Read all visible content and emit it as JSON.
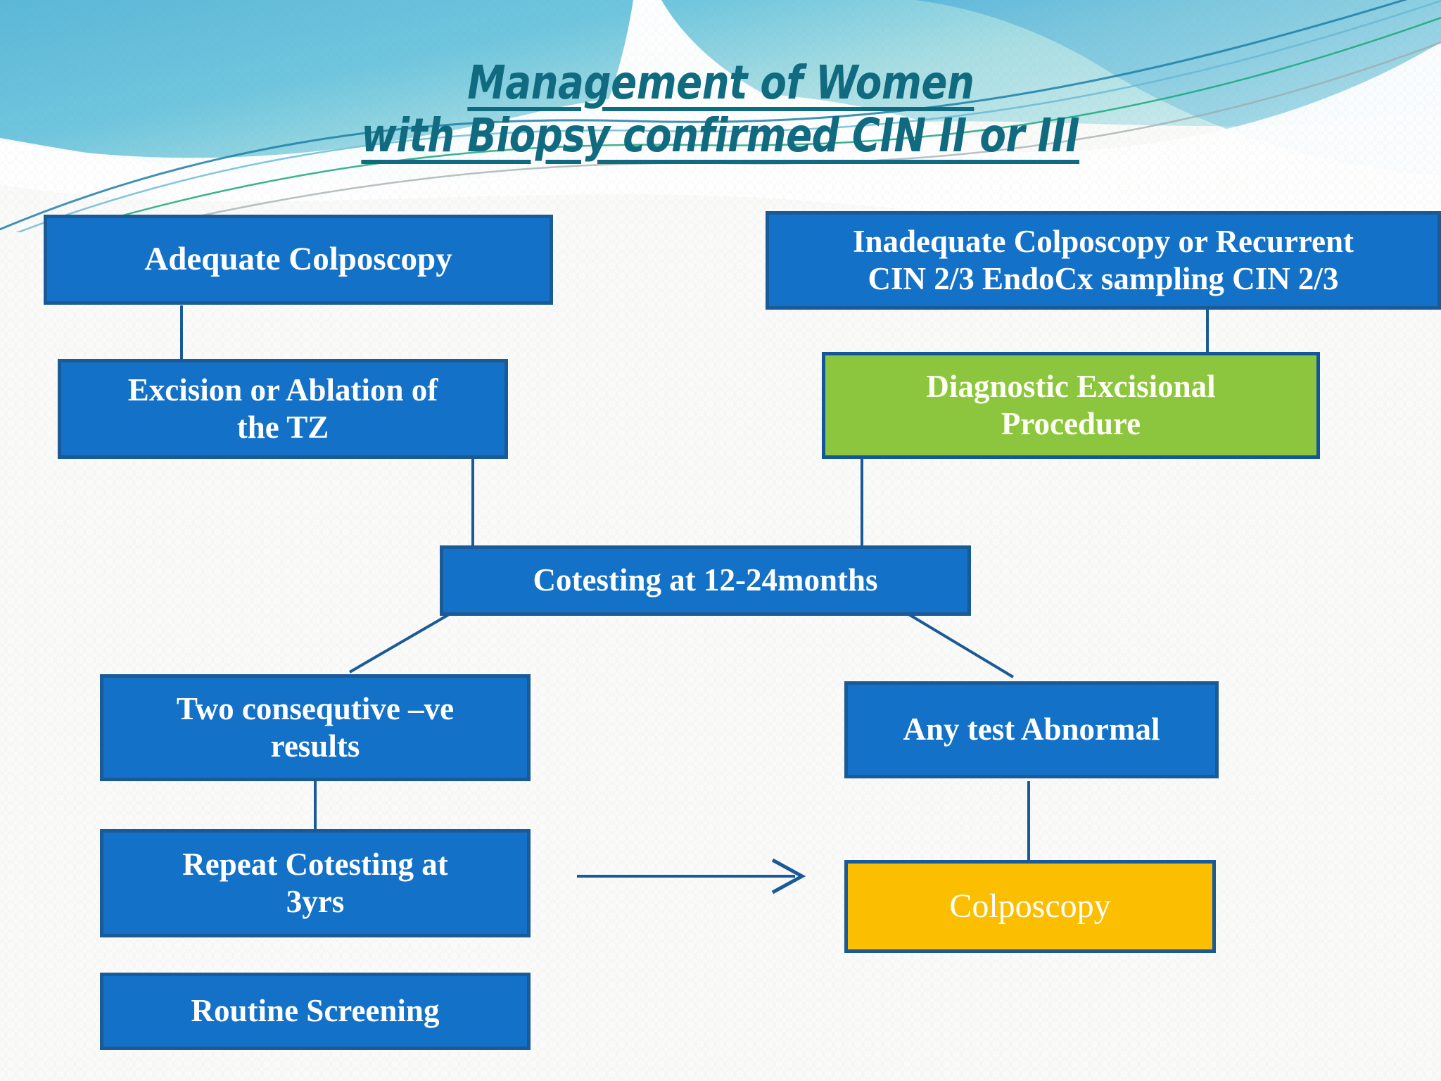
{
  "slide": {
    "title_line1": "Management of Women",
    "title_line2": "with Biopsy confirmed CIN II or III",
    "title_color": "#116B80",
    "background_color": "#FAFAF8",
    "accent_blue": "#1471C8",
    "accent_blue_border": "#1A5A96",
    "accent_green": "#8CC63E",
    "accent_yellow": "#FCBE00",
    "connector_color": "#1A5A96"
  },
  "flowchart": {
    "type": "flowchart",
    "nodes": [
      {
        "id": "adequate-colposcopy",
        "label": "Adequate Colposcopy",
        "color": "blue",
        "column": "left"
      },
      {
        "id": "inadequate-colposcopy",
        "label": "Inadequate Colposcopy or Recurrent CIN 2/3 EndoCx sampling CIN 2/3",
        "line1": "Inadequate Colposcopy or Recurrent",
        "line2": "CIN 2/3 EndoCx sampling CIN 2/3",
        "color": "blue",
        "column": "right"
      },
      {
        "id": "excision-ablation",
        "label": "Excision or Ablation of the TZ",
        "line1": "Excision or Ablation of",
        "line2": "the TZ",
        "color": "blue",
        "column": "left"
      },
      {
        "id": "diagnostic-excisional",
        "label": "Diagnostic Excisional Procedure",
        "line1": "Diagnostic Excisional",
        "line2": "Procedure",
        "color": "green",
        "column": "right"
      },
      {
        "id": "cotesting",
        "label": "Cotesting at 12-24months",
        "color": "blue",
        "column": "center"
      },
      {
        "id": "two-negative",
        "label": "Two consequtive –ve results",
        "line1": "Two consequtive –ve",
        "line2": "results",
        "color": "blue",
        "column": "left"
      },
      {
        "id": "any-abnormal",
        "label": "Any test Abnormal",
        "color": "blue",
        "column": "right"
      },
      {
        "id": "repeat-cotesting",
        "label": "Repeat Cotesting at 3yrs",
        "line1": "Repeat Cotesting at",
        "line2": "3yrs",
        "color": "blue",
        "column": "left"
      },
      {
        "id": "colposcopy",
        "label": "Colposcopy",
        "color": "yellow",
        "column": "right"
      },
      {
        "id": "routine-screening",
        "label": "Routine  Screening",
        "color": "blue",
        "column": "left"
      }
    ],
    "edges": [
      {
        "from": "adequate-colposcopy",
        "to": "excision-ablation",
        "style": "line"
      },
      {
        "from": "inadequate-colposcopy",
        "to": "diagnostic-excisional",
        "style": "line"
      },
      {
        "from": "excision-ablation",
        "to": "cotesting",
        "style": "line"
      },
      {
        "from": "diagnostic-excisional",
        "to": "cotesting",
        "style": "line"
      },
      {
        "from": "cotesting",
        "to": "two-negative",
        "style": "line"
      },
      {
        "from": "cotesting",
        "to": "any-abnormal",
        "style": "line"
      },
      {
        "from": "two-negative",
        "to": "repeat-cotesting",
        "style": "line"
      },
      {
        "from": "any-abnormal",
        "to": "colposcopy",
        "style": "line"
      },
      {
        "from": "repeat-cotesting",
        "to": "colposcopy",
        "style": "arrow"
      }
    ]
  }
}
